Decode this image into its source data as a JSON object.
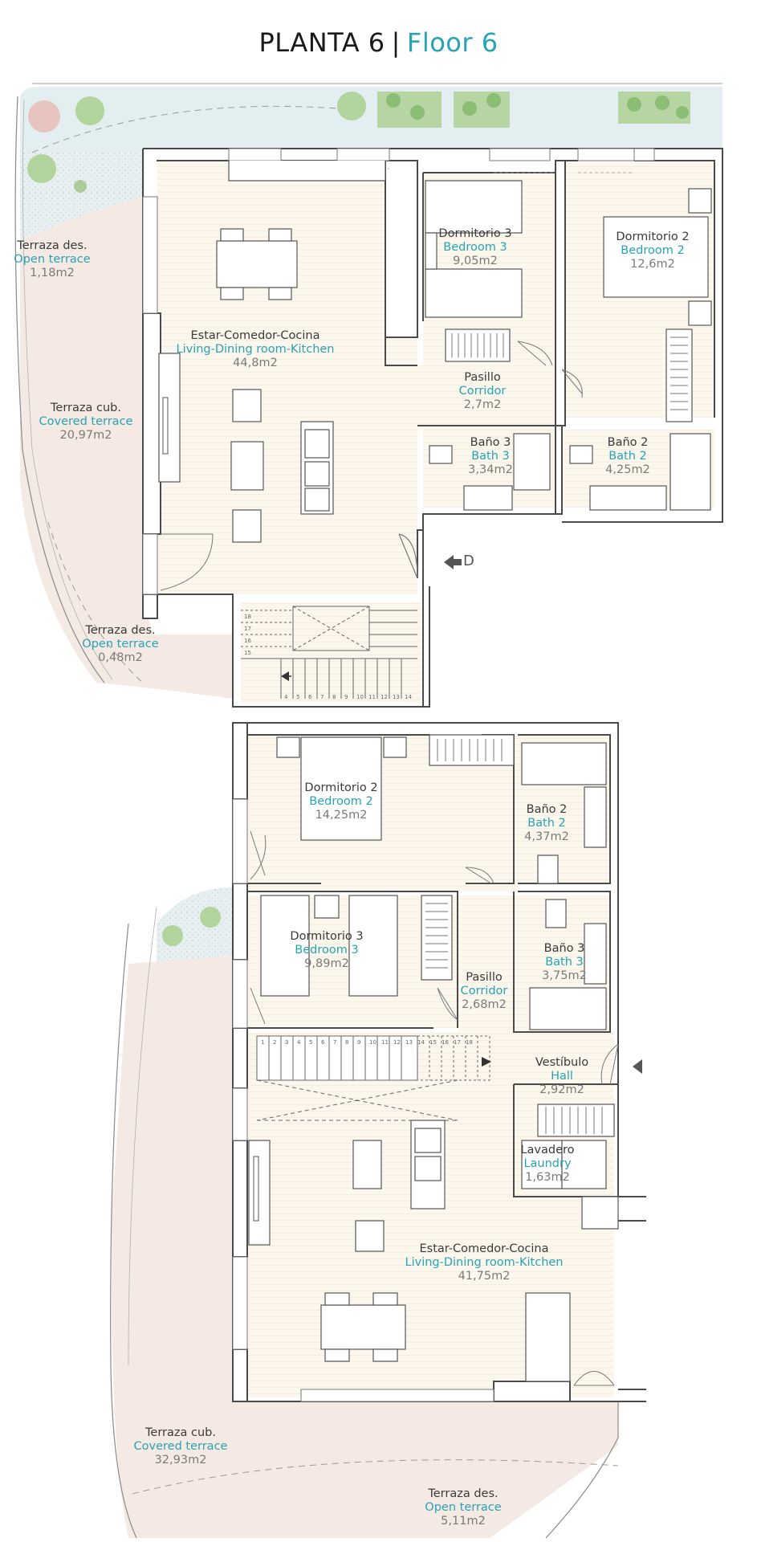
{
  "title": {
    "es": "PLANTA 6",
    "separator": "|",
    "en": "Floor 6"
  },
  "entry_label": "D",
  "upper_plan": {
    "rooms": {
      "open_terrace_1": {
        "es": "Terraza des.",
        "en": "Open terrace",
        "area": "1,18m2"
      },
      "covered_terrace": {
        "es": "Terraza cub.",
        "en": "Covered terrace",
        "area": "20,97m2"
      },
      "open_terrace_2": {
        "es": "Terraza des.",
        "en": "Open terrace",
        "area": "0,48m2"
      },
      "living": {
        "es": "Estar-Comedor-Cocina",
        "en": "Living-Dining room-Kitchen",
        "area": "44,8m2"
      },
      "bedroom3": {
        "es": "Dormitorio 3",
        "en": "Bedroom 3",
        "area": "9,05m2"
      },
      "bedroom2": {
        "es": "Dormitorio 2",
        "en": "Bedroom 2",
        "area": "12,6m2"
      },
      "corridor": {
        "es": "Pasillo",
        "en": "Corridor",
        "area": "2,7m2"
      },
      "bath3": {
        "es": "Baño 3",
        "en": "Bath 3",
        "area": "3,34m2"
      },
      "bath2": {
        "es": "Baño 2",
        "en": "Bath 2",
        "area": "4,25m2"
      }
    },
    "stair_numbers": [
      "18",
      "17",
      "16",
      "15",
      "14",
      "13",
      "12",
      "11",
      "10",
      "9",
      "8",
      "7",
      "6",
      "5",
      "4"
    ]
  },
  "lower_plan": {
    "rooms": {
      "bedroom2": {
        "es": "Dormitorio 2",
        "en": "Bedroom 2",
        "area": "14,25m2"
      },
      "bath2": {
        "es": "Baño 2",
        "en": "Bath 2",
        "area": "4,37m2"
      },
      "bedroom3": {
        "es": "Dormitorio 3",
        "en": "Bedroom 3",
        "area": "9,89m2"
      },
      "bath3": {
        "es": "Baño 3",
        "en": "Bath 3",
        "area": "3,75m2"
      },
      "corridor": {
        "es": "Pasillo",
        "en": "Corridor",
        "area": "2,68m2"
      },
      "hall": {
        "es": "Vestíbulo",
        "en": "Hall",
        "area": "2,92m2"
      },
      "laundry": {
        "es": "Lavadero",
        "en": "Laundry",
        "area": "1,63m2"
      },
      "living": {
        "es": "Estar-Comedor-Cocina",
        "en": "Living-Dining room-Kitchen",
        "area": "41,75m2"
      },
      "covered_terrace": {
        "es": "Terraza cub.",
        "en": "Covered terrace",
        "area": "32,93m2"
      },
      "open_terrace": {
        "es": "Terraza des.",
        "en": "Open terrace",
        "area": "5,11m2"
      }
    },
    "stair_numbers": [
      "1",
      "2",
      "3",
      "4",
      "5",
      "6",
      "7",
      "8",
      "9",
      "10",
      "11",
      "12",
      "13",
      "14",
      "15",
      "16",
      "17",
      "18"
    ]
  },
  "colors": {
    "title_accent": "#27a3b4",
    "wall": "#4a4a4a",
    "interior_floor": "#fbf7ec",
    "terrace_floor": "#f4e9e3",
    "garden": "#e6eff0",
    "plant": "#8fc07a"
  }
}
